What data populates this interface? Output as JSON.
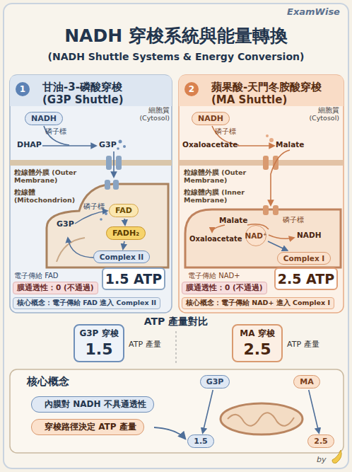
{
  "diagram": {
    "title": "NADH 穿梭系統與能量轉換",
    "nodes": [
      {
        "text": [
          "甘油-3-磷酸穿梭 (G3P Shuttle)"
        ]
      },
      {
        "text": [
          "NADH"
        ],
        "in": 0
      },
      {
        "text": [
          "FAD"
        ],
        "in": 0
      },
      {
        "text": [
          "FADH₂"
        ],
        "in": 0
      },
      {
        "text": [
          "Complex II"
        ],
        "in": 0
      },
      {
        "text": [
          "1.5 ATP"
        ],
        "in": 0
      },
      {
        "text": [
          "膜通透性：0 (不通過)"
        ],
        "in": 0
      },
      {
        "text": [
          "核心概念：電子傳給 FAD 進入 Complex II"
        ],
        "in": 0
      },
      {
        "text": [
          "蘋果酸-天門冬胺酸穿梭 (MA Shuttle)"
        ]
      },
      {
        "text": [
          "NADH"
        ],
        "in": 8
      },
      {
        "text": [
          "NAD⁺"
        ],
        "in": 8
      },
      {
        "text": [
          "Complex I"
        ],
        "in": 8
      },
      {
        "text": [
          "2.5 ATP"
        ],
        "in": 8
      },
      {
        "text": [
          "膜通透性：0 (不通過)"
        ],
        "in": 8
      },
      {
        "text": [
          "核心概念：電子傳給 NAD+ 進入 Complex I"
        ],
        "in": 8
      },
      {
        "text": [
          "G3P 穿梭",
          "1.5"
        ]
      },
      {
        "text": [
          "MA 穿梭",
          "2.5"
        ]
      },
      {
        "text": [
          "核心概念"
        ]
      },
      {
        "text": [
          "內膜對 NADH 不具通透性"
        ],
        "in": 17
      },
      {
        "text": [
          "穿梭路徑決定 ATP 產量"
        ],
        "in": 17
      },
      {
        "text": [
          "G3P"
        ],
        "in": 17
      },
      {
        "text": [
          "MA"
        ],
        "in": 17
      },
      {
        "text": [
          "1.5"
        ],
        "in": 17
      },
      {
        "text": [
          "2.5"
        ],
        "in": 17
      }
    ],
    "edges": [
      {
        "from": 2,
        "to": 3,
        "arrow": "to"
      },
      {
        "from": 3,
        "to": 4,
        "arrow": "to"
      },
      {
        "from": 10,
        "to": 11,
        "arrow": "to"
      },
      {
        "from": 20,
        "to": 22,
        "arrow": "to"
      },
      {
        "from": 21,
        "to": 23,
        "arrow": "to"
      }
    ],
    "labels": [
      "ExamWise",
      "(NADH Shuttle Systems & Energy Conversion)",
      "1",
      "細胞質 (Cytosol)",
      "磷子標",
      "DHAP",
      "G3P",
      "粒線體外膜 (Outer Membrane)",
      "粒線體 (Mitochondrion)",
      "磷子標",
      "G3P",
      "電子傳給 FAD",
      "2",
      "細胞質 (Cytosol)",
      "磷子標",
      "Oxaloacetate",
      "Malate",
      "粒線體外膜 (Outer Membrane)",
      "粒線體內膜 (Inner Membrane)",
      "Malate",
      "磷子標",
      "Oxaloacetate",
      "NADH",
      "電子傳給 NAD+",
      "ATP 產量對比",
      "ATP 產量",
      "ATP 產量",
      "by"
    ]
  }
}
